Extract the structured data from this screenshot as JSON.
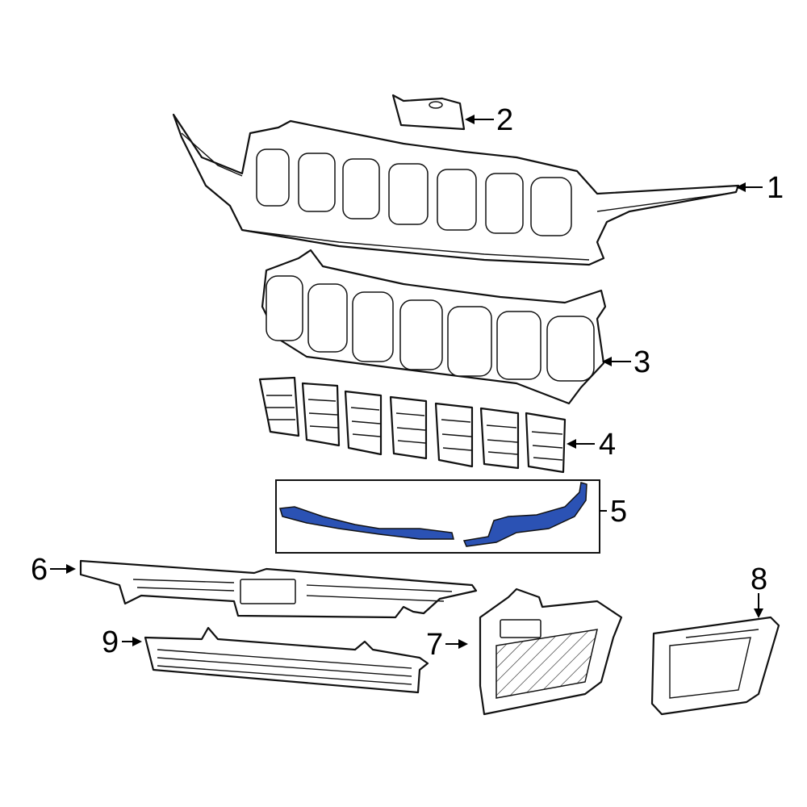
{
  "accent_color": "#2b52b4",
  "line_color": "#111111",
  "background_color": "#ffffff",
  "callouts": [
    "1",
    "2",
    "3",
    "4",
    "5",
    "6",
    "7",
    "8",
    "9"
  ]
}
